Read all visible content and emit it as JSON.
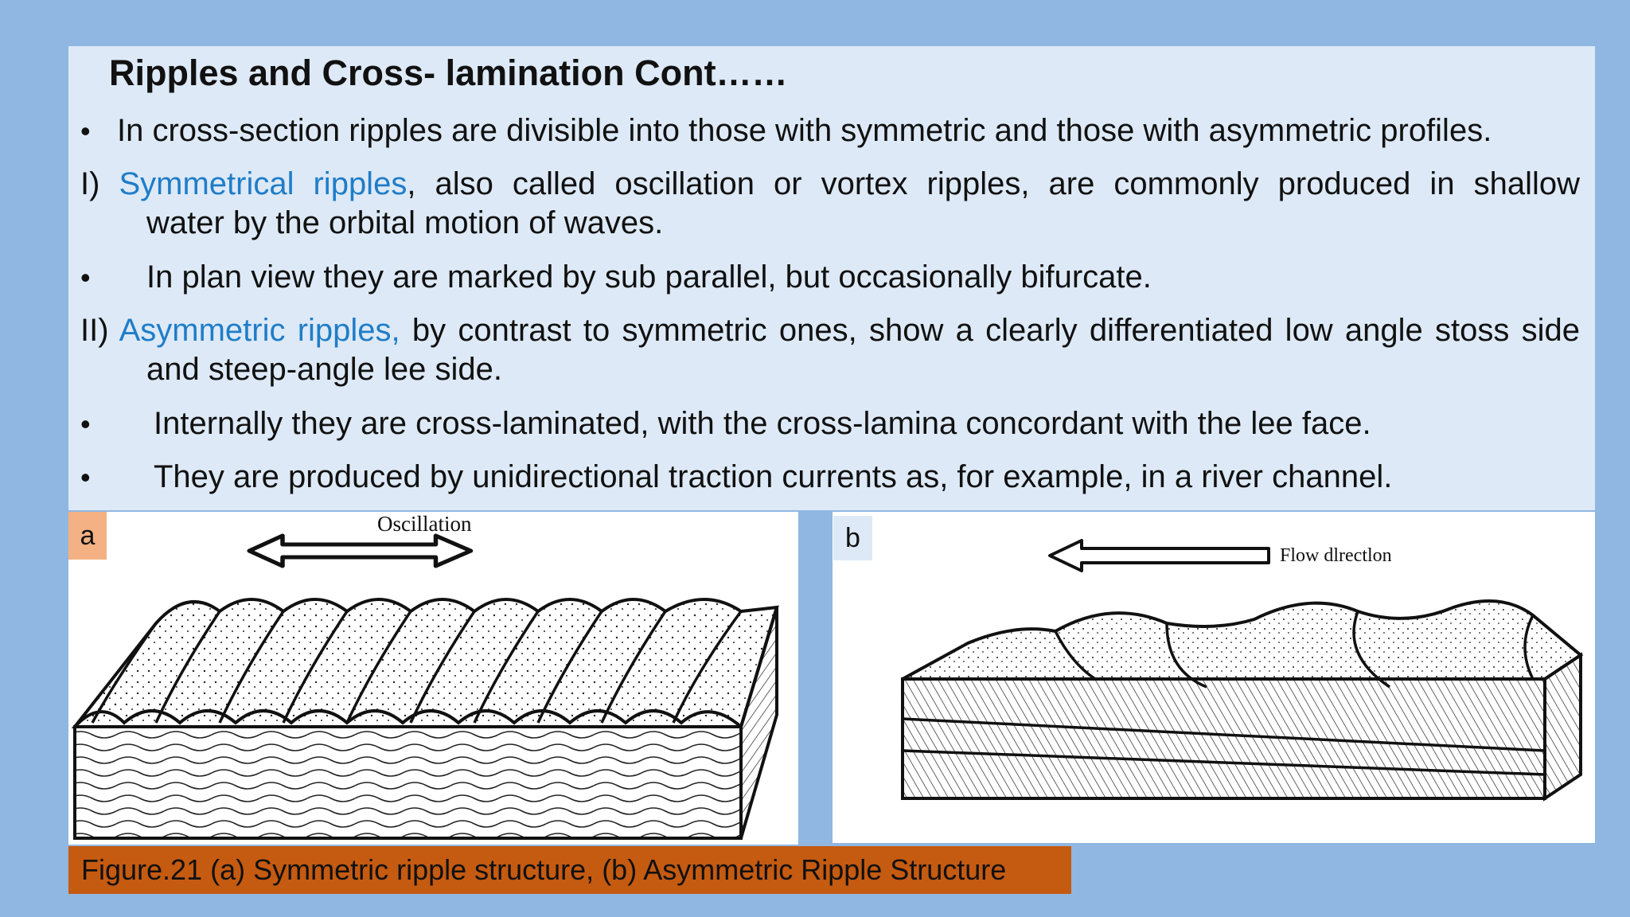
{
  "slide": {
    "title": "Ripples and Cross- lamination Cont……",
    "bullet_symbol": "•",
    "intro": "In cross-section ripples are divisible into those with symmetric and those with asymmetric profiles.",
    "section1": {
      "prefix": "I)",
      "term": "Symmetrical ripples",
      "line1_rest": ", also called oscillation or vortex ripples, are commonly produced in shallow",
      "line2": "water by the orbital motion of waves."
    },
    "point1": "In plan view they are marked by sub parallel, but occasionally bifurcate.",
    "section2": {
      "prefix": "II)",
      "term": "Asymmetric ripples,",
      "line1_rest": "by contrast to symmetric ones, show a clearly differentiated low angle stoss side",
      "line2": "and steep-angle lee side."
    },
    "point2": "Internally they are cross-laminated, with the cross-lamina concordant with the lee face.",
    "point3": "They are produced by unidirectional traction currents as, for example, in a river channel."
  },
  "figure": {
    "panel_a": {
      "tag": "a",
      "label": "Oscillation",
      "tag_color": "#f4b183"
    },
    "panel_b": {
      "tag": "b",
      "label": "Flow dlrectlon",
      "tag_color": "#dde9f6"
    },
    "caption": "Figure.21 (a) Symmetric ripple structure, (b) Asymmetric Ripple Structure",
    "caption_color": "#c55a11"
  },
  "colors": {
    "background": "#8fb7e2",
    "text_box": "#dde9f6",
    "highlight": "#1f7dc8"
  }
}
